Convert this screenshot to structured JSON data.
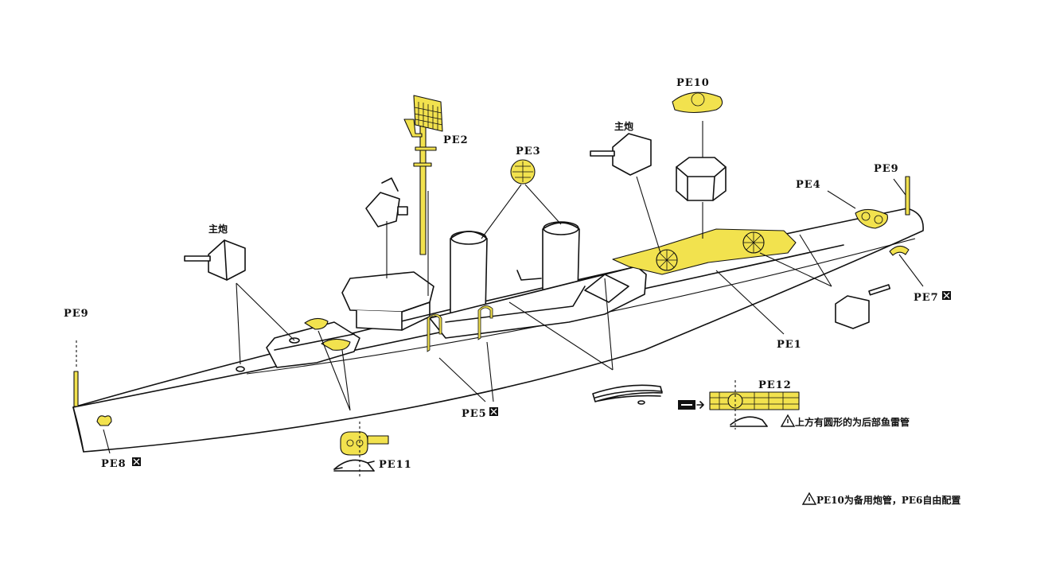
{
  "labels": {
    "pe2": "PE2",
    "pe3": "PE3",
    "pe10": "PE10",
    "pe9_right": "PE9",
    "pe4": "PE4",
    "pe7": "PE7",
    "pe1": "PE1",
    "pe9_left": "PE9",
    "pe5": "PE5",
    "pe8": "PE8",
    "pe11": "PE11",
    "pe12": "PE12",
    "main_gun_left": "主炮",
    "main_gun_right": "主炮"
  },
  "notes": {
    "pe12_note": "上方有圆形的为后部鱼雷管",
    "bottom_note": "PE10为备用炮管，PE6自由配置"
  },
  "colors": {
    "photo_etch": "#f2e24e",
    "line": "#111111",
    "background": "#ffffff"
  },
  "icons": [
    "warning-triangle-icon",
    "bend-arrow-icon",
    "option-box-icon",
    "swap-arrow-icon"
  ]
}
